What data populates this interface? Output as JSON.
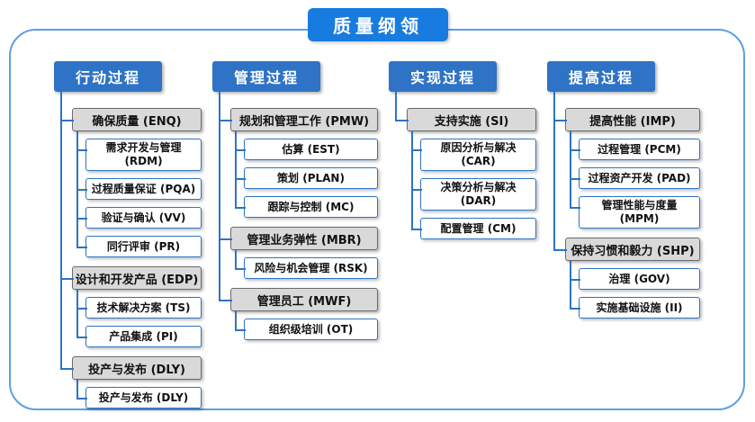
{
  "title": "质量纲领",
  "colors": {
    "title_bg": "#187be0",
    "header_bg": "#2e73c5",
    "line": "#2e73c5",
    "child_border": "#2e73c5",
    "parent_bg": "#d9d9d9",
    "parent_border": "#6b6b6b",
    "outer_border": "#5b9fe3"
  },
  "columns": [
    {
      "header": "行动过程",
      "groups": [
        {
          "label": "确保质量 (ENQ)",
          "children": [
            "需求开发与管理 (RDM)",
            "过程质量保证 (PQA)",
            "验证与确认 (VV)",
            "同行评审 (PR)"
          ]
        },
        {
          "label": "设计和开发产品 (EDP)",
          "children": [
            "技术解决方案 (TS)",
            "产品集成 (PI)"
          ]
        },
        {
          "label": "投产与发布 (DLY)",
          "children": [
            "投产与发布 (DLY)"
          ]
        }
      ]
    },
    {
      "header": "管理过程",
      "groups": [
        {
          "label": "规划和管理工作 (PMW)",
          "children": [
            "估算 (EST)",
            "策划 (PLAN)",
            "跟踪与控制 (MC)"
          ]
        },
        {
          "label": "管理业务弹性 (MBR)",
          "children": [
            "风险与机会管理 (RSK)"
          ]
        },
        {
          "label": "管理员工 (MWF)",
          "children": [
            "组织级培训 (OT)"
          ]
        }
      ]
    },
    {
      "header": "实现过程",
      "groups": [
        {
          "label": "支持实施 (SI)",
          "children": [
            "原因分析与解决 (CAR)",
            "决策分析与解决 (DAR)",
            "配置管理 (CM)"
          ]
        }
      ]
    },
    {
      "header": "提高过程",
      "groups": [
        {
          "label": "提高性能 (IMP)",
          "children": [
            "过程管理 (PCM)",
            "过程资产开发 (PAD)",
            "管理性能与度量\n(MPM)"
          ]
        },
        {
          "label": "保持习惯和毅力 (SHP)",
          "children": [
            "治理 (GOV)",
            "实施基础设施 (II)"
          ]
        }
      ]
    }
  ]
}
